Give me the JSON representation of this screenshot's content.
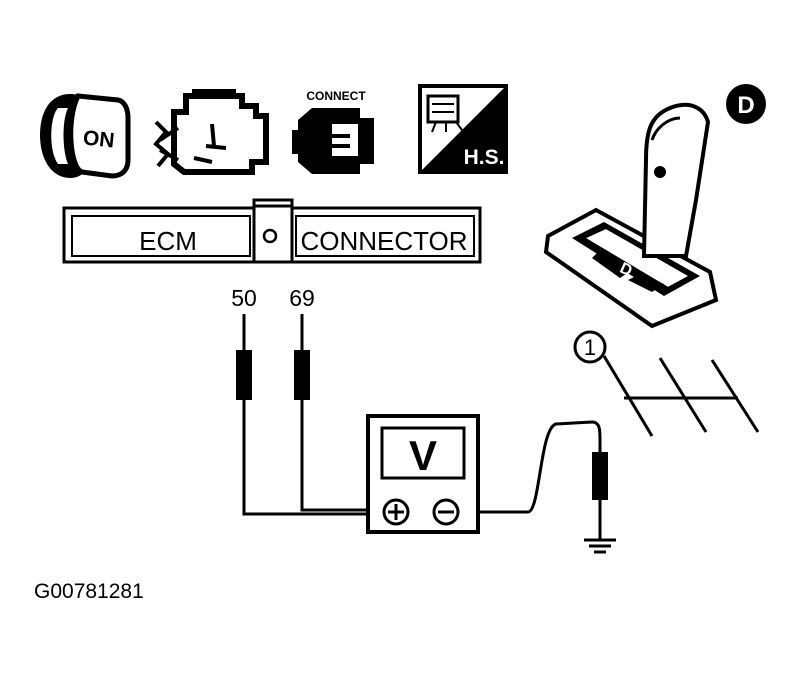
{
  "icons": {
    "ignition_key": {
      "name": "ignition-key-on-icon",
      "text": "ON"
    },
    "engine": {
      "name": "engine-off-icon"
    },
    "connector": {
      "name": "connector-icon",
      "text": "CONNECT"
    },
    "harness_side": {
      "name": "harness-side-icon",
      "text": "H.S."
    }
  },
  "ecm_connector": {
    "left_label": "ECM",
    "right_label": "CONNECTOR",
    "pins": [
      "50",
      "69"
    ]
  },
  "voltmeter": {
    "symbol": "V",
    "positive_terminal": "+",
    "negative_terminal": "−"
  },
  "shifter": {
    "badge": "D",
    "gate_label": "D"
  },
  "callout": "1",
  "figure_code": "G00781281"
}
